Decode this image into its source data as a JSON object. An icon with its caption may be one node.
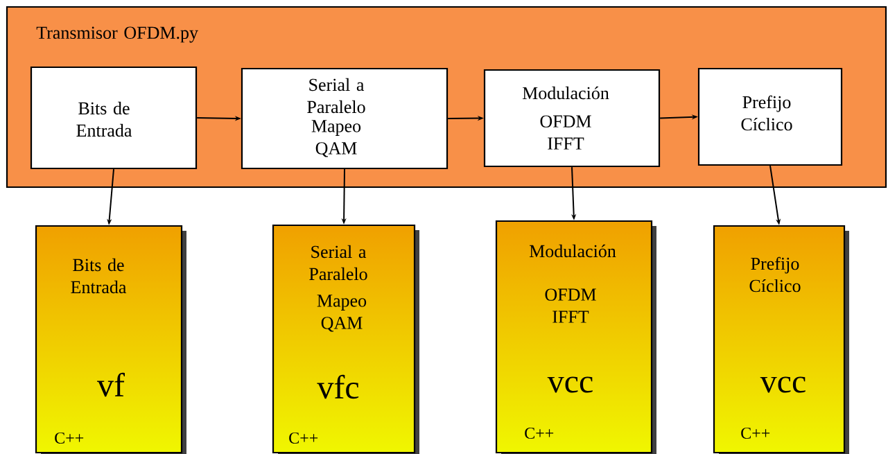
{
  "diagram": {
    "nodes": [
      {
        "text": [
          "Transmisor OFDM.py"
        ]
      },
      {
        "text": [
          "Bits de Entrada"
        ],
        "in": 0
      },
      {
        "text": [
          "Serial a Paralelo",
          "Mapeo QAM"
        ],
        "in": 0
      },
      {
        "text": [
          "Modulación",
          "OFDM IFFT"
        ],
        "in": 0
      },
      {
        "text": [
          "Prefijo Cíclico"
        ],
        "in": 0
      },
      {
        "text": [
          "Bits de Entrada",
          "vf",
          "C++"
        ]
      },
      {
        "text": [
          "Serial a Paralelo",
          "Mapeo QAM",
          "vfc",
          "C++"
        ]
      },
      {
        "text": [
          "Modulación",
          "OFDM IFFT",
          "vcc",
          "C++"
        ]
      },
      {
        "text": [
          "Prefijo Cíclico",
          "vcc",
          "C++"
        ]
      }
    ],
    "edges": [
      {
        "from": 1,
        "to": 2,
        "arrow": "to"
      },
      {
        "from": 2,
        "to": 3,
        "arrow": "to"
      },
      {
        "from": 3,
        "to": 4,
        "arrow": "to"
      },
      {
        "from": 1,
        "to": 5,
        "arrow": "to"
      },
      {
        "from": 2,
        "to": 6,
        "arrow": "to"
      },
      {
        "from": 3,
        "to": 7,
        "arrow": "to"
      },
      {
        "from": 4,
        "to": 8,
        "arrow": "to"
      }
    ]
  }
}
